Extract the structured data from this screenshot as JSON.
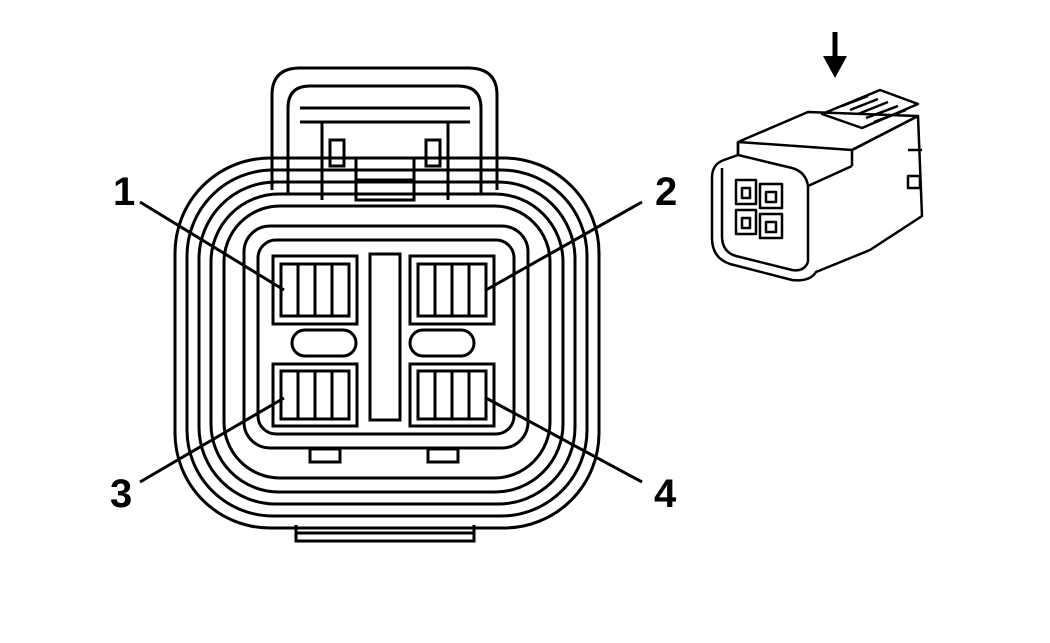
{
  "diagram": {
    "pins": [
      {
        "label": "1"
      },
      {
        "label": "2"
      },
      {
        "label": "3"
      },
      {
        "label": "4"
      }
    ],
    "colors": {
      "line": "#000000",
      "background": "#ffffff"
    },
    "icons": {
      "view_arrow": "down-arrow-icon"
    }
  }
}
